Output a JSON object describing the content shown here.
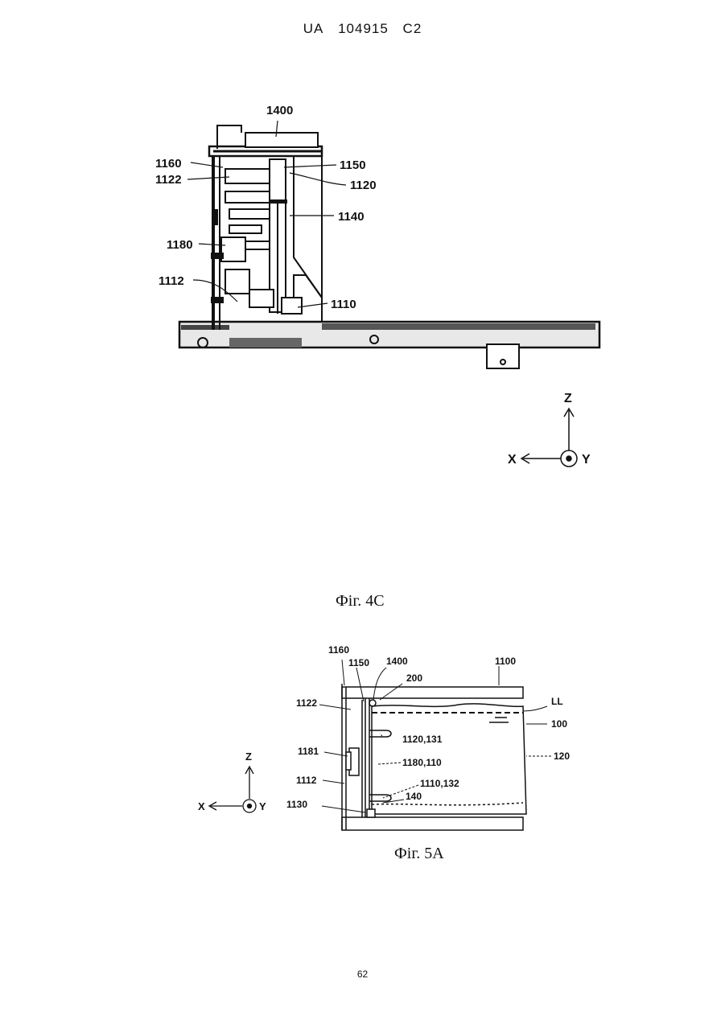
{
  "header": {
    "country": "UA",
    "number": "104915",
    "kind": "C2"
  },
  "figure_4c": {
    "caption": "Фіг. 4C",
    "labels": {
      "l1400": "1400",
      "l1160": "1160",
      "l1122": "1122",
      "l1150": "1150",
      "l1120": "1120",
      "l1140": "1140",
      "l1180": "1180",
      "l1112": "1112",
      "l1110": "1110"
    },
    "axes": {
      "z": "Z",
      "x": "X",
      "y": "Y"
    }
  },
  "figure_5a": {
    "caption": "Фіг. 5A",
    "labels": {
      "l1160": "1160",
      "l1150": "1150",
      "l1400": "1400",
      "l1100": "1100",
      "l200": "200",
      "l1122": "1122",
      "lLL": "LL",
      "l100": "100",
      "l1120_131": "1120,131",
      "l1181": "1181",
      "l1180_110": "1180,110",
      "l120": "120",
      "l1112": "1112",
      "l1110_132": "1110,132",
      "l140": "140",
      "l1130": "1130"
    },
    "axes": {
      "z": "Z",
      "x": "X",
      "y": "Y"
    }
  },
  "page_number": "62"
}
